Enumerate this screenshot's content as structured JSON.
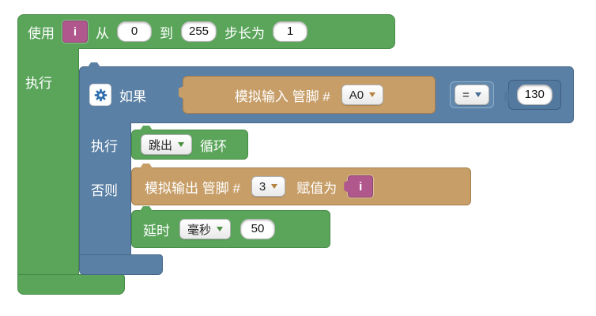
{
  "colors": {
    "loop_green": "#5ba55b",
    "logic_blue": "#5b80a5",
    "io_tan": "#c79e68",
    "variable_pink": "#b0578d",
    "workspace_background": "#ffffff"
  },
  "loop_block": {
    "use_label": "使用",
    "variable": "i",
    "from_label": "从",
    "from_value": "0",
    "to_label": "到",
    "to_value": "255",
    "step_label": "步长为",
    "step_value": "1",
    "do_label": "执行"
  },
  "if_block": {
    "if_label": "如果",
    "do_label": "执行",
    "else_label": "否则"
  },
  "analog_read_block": {
    "label": "模拟输入 管脚 #",
    "pin": "A0"
  },
  "compare_block": {
    "operator": "=",
    "value": "130"
  },
  "break_block": {
    "action": "跳出",
    "suffix_label": "循环"
  },
  "analog_write_block": {
    "label": "模拟输出 管脚 #",
    "pin": "3",
    "assign_label": "赋值为",
    "variable": "i"
  },
  "delay_block": {
    "label": "延时",
    "unit": "毫秒",
    "value": "50"
  }
}
